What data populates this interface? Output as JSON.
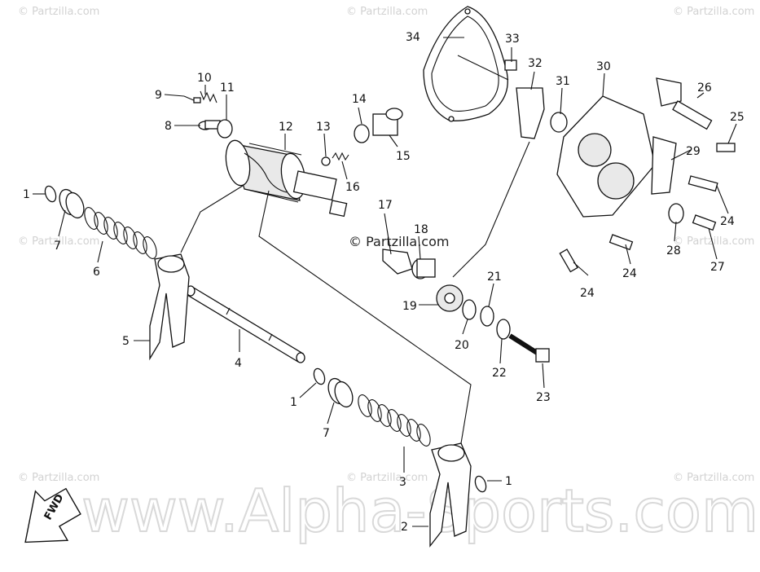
{
  "watermarks": {
    "small": "© Partzilla.com",
    "center": "© Partzilla.com",
    "big": "www.Alpha-Sports.com"
  },
  "fwd_label": "FWD",
  "callouts": {
    "n1a": "1",
    "n1b": "1",
    "n1c": "1",
    "n2": "2",
    "n3": "3",
    "n4": "4",
    "n5": "5",
    "n6": "6",
    "n7a": "7",
    "n7b": "7",
    "n8": "8",
    "n9": "9",
    "n10": "10",
    "n11": "11",
    "n12": "12",
    "n13": "13",
    "n14": "14",
    "n15": "15",
    "n16": "16",
    "n17": "17",
    "n18": "18",
    "n19": "19",
    "n20": "20",
    "n21": "21",
    "n22": "22",
    "n23": "23",
    "n24a": "24",
    "n24b": "24",
    "n24c": "24",
    "n25": "25",
    "n26": "26",
    "n27": "27",
    "n28": "28",
    "n29": "29",
    "n30": "30",
    "n31": "31",
    "n32": "32",
    "n33": "33",
    "n34": "34"
  }
}
